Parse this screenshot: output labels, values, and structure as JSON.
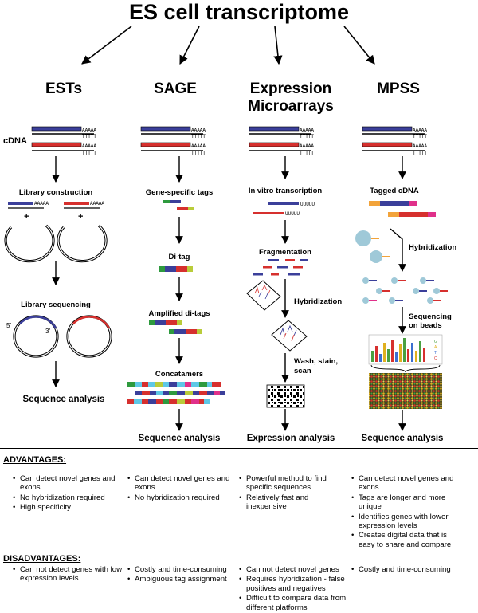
{
  "title": "ES cell transcriptome",
  "columns": [
    {
      "heading_lines": [
        "ESTs"
      ],
      "cdna_label": "cDNA",
      "steps": [
        "Library construction",
        "Library sequencing"
      ],
      "plus": "+",
      "prime5": "5'",
      "prime3": "3'",
      "final": "Sequence analysis"
    },
    {
      "heading_lines": [
        "SAGE"
      ],
      "steps": [
        "Gene-specific tags",
        "Di-tag",
        "Amplified di-tags",
        "Concatamers"
      ],
      "final": "Sequence analysis"
    },
    {
      "heading_lines": [
        "Expression",
        "Microarrays"
      ],
      "steps": [
        "In vitro transcription",
        "Fragmentation",
        "Hybridization",
        "Wash, stain,",
        "scan"
      ],
      "final": "Expression analysis"
    },
    {
      "heading_lines": [
        "MPSS"
      ],
      "steps": [
        "Tagged cDNA",
        "Hybridization",
        "Sequencing",
        "on beads"
      ],
      "legend": [
        "G",
        "A",
        "T",
        "C"
      ],
      "final": "Sequence analysis"
    }
  ],
  "poly": {
    "a": "AAAAA",
    "t": "TTTTT",
    "u": "UUUUU"
  },
  "advantages": {
    "heading": "ADVANTAGES:",
    "columns": [
      [
        "Can detect novel genes and exons",
        "No hybridization required",
        "High specificity"
      ],
      [
        "Can detect novel genes and exons",
        "No hybridization required"
      ],
      [
        "Powerful method to find specific sequences",
        "Relatively fast and inexpensive"
      ],
      [
        "Can detect novel genes and exons",
        "Tags are longer and more unique",
        "Identifies genes with lower expression levels",
        "Creates digital data that is easy to share and compare"
      ]
    ]
  },
  "disadvantages": {
    "heading": "DISADVANTAGES:",
    "columns": [
      [
        "Can not detect genes with low expression levels"
      ],
      [
        "Costly and time-consuming",
        "Ambiguous tag assignment"
      ],
      [
        "Can not detect novel genes",
        "Requires hybridization - false positives and negatives",
        "Difficult to compare data from different platforms"
      ],
      [
        "Costly and time-consuming"
      ]
    ]
  },
  "colors": {
    "blue_strand": "#3b3f9a",
    "red_strand": "#d6302e",
    "green_tag": "#2e9a3e",
    "cyan_tag": "#5ec8e6",
    "orange_tag": "#f2a33a",
    "magenta_tag": "#e0308a",
    "bead": "#9fc9d8"
  }
}
